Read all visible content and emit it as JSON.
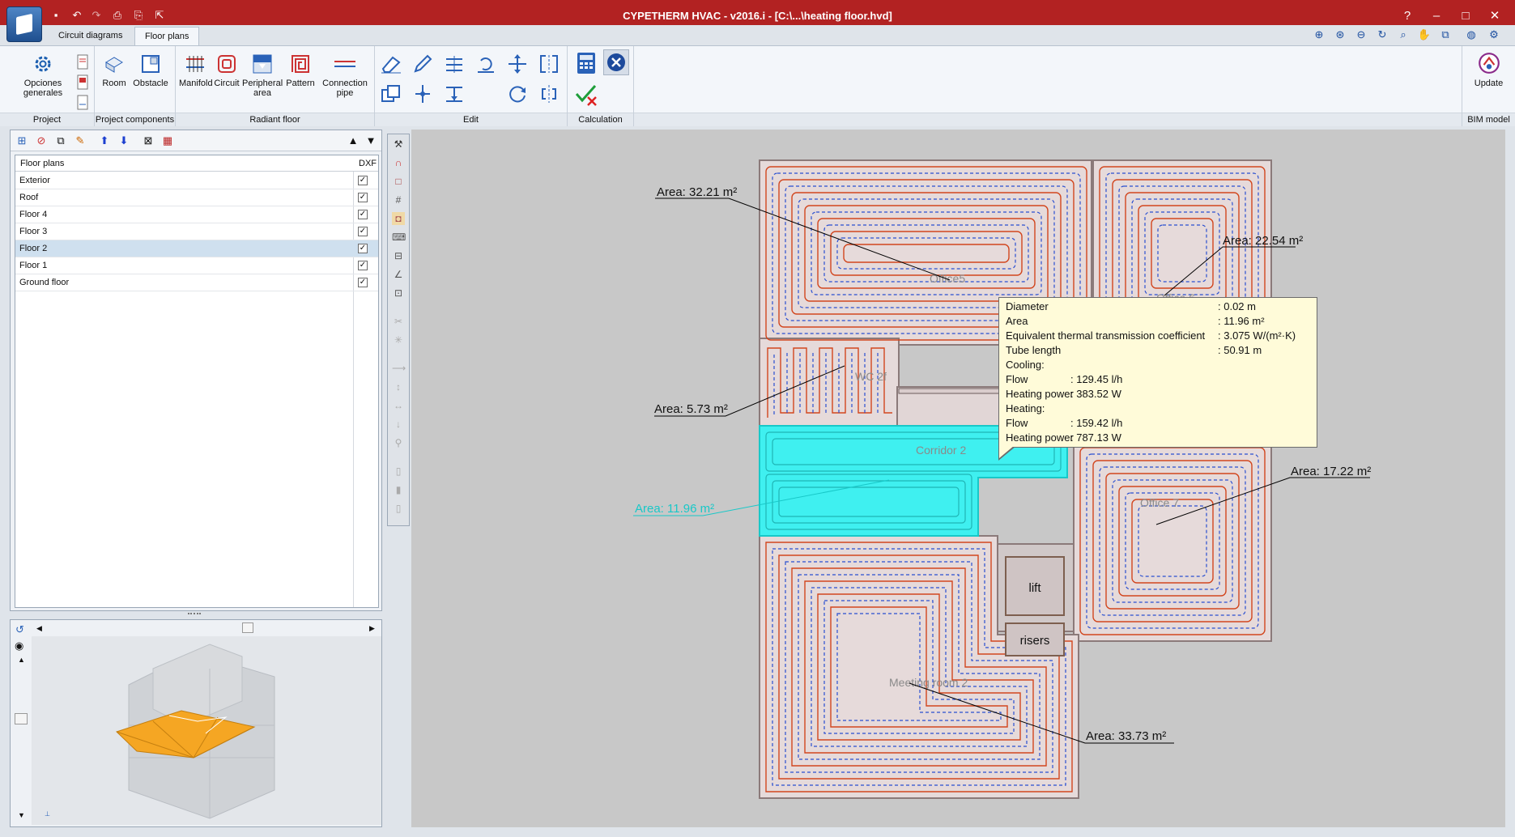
{
  "window": {
    "title": "CYPETHERM HVAC - v2016.i - [C:\\...\\heating floor.hvd]",
    "help": "?",
    "minimize": "–",
    "maximize": "□",
    "close": "✕"
  },
  "tabs": [
    {
      "label": "Circuit diagrams"
    },
    {
      "label": "Floor plans"
    }
  ],
  "ribbon": {
    "project": {
      "label": "Project",
      "opciones_generales": "Opciones generales"
    },
    "project_components": {
      "label": "Project components",
      "room": "Room",
      "obstacle": "Obstacle"
    },
    "radiant_floor": {
      "label": "Radiant floor",
      "manifold": "Manifold",
      "circuit": "Circuit",
      "peripheral_area": "Peripheral area",
      "pattern": "Pattern",
      "connection_pipe": "Connection pipe"
    },
    "edit": {
      "label": "Edit"
    },
    "calculation": {
      "label": "Calculation"
    },
    "bim_model": {
      "label": "BIM model",
      "update": "Update"
    }
  },
  "floor_plans": {
    "header_name": "Floor plans",
    "header_dxf": "DXF",
    "rows": [
      {
        "name": "Exterior",
        "dxf": "✓",
        "selected": false
      },
      {
        "name": "Roof",
        "dxf": "✓",
        "selected": false
      },
      {
        "name": "Floor 4",
        "dxf": "✓",
        "selected": false
      },
      {
        "name": "Floor 3",
        "dxf": "✓",
        "selected": false
      },
      {
        "name": "Floor 2",
        "dxf": "✓",
        "selected": true
      },
      {
        "name": "Floor 1",
        "dxf": "✓",
        "selected": false
      },
      {
        "name": "Ground floor",
        "dxf": "✓",
        "selected": false
      }
    ]
  },
  "plan": {
    "rooms": [
      {
        "name": "Office5",
        "area": "Area: 32.21 m²"
      },
      {
        "name": "Office 6",
        "area": "Area: 22.54 m²"
      },
      {
        "name": "WC 2f",
        "area": "Area: 5.73 m²"
      },
      {
        "name": "Corridor 2",
        "area": "Area: 11.96 m²"
      },
      {
        "name": "Office 7",
        "area": "Area: 17.22 m²"
      },
      {
        "name": "Meeting room 2",
        "area": "Area: 33.73 m²"
      }
    ],
    "lift": "lift",
    "risers": "risers"
  },
  "tooltip": {
    "diameter_label": "Diameter",
    "diameter_value": ": 0.02 m",
    "area_label": "Area",
    "area_value": ": 11.96 m²",
    "coef_label": "Equivalent thermal transmission coefficient",
    "coef_value": ": 3.075 W/(m²·K)",
    "tube_label": "Tube length",
    "tube_value": ": 50.91 m",
    "cooling_label": "Cooling:",
    "cooling_flow_label": "Flow",
    "cooling_flow_value": ": 129.45 l/h",
    "cooling_power_label": "Heating power",
    "cooling_power_value": ": 383.52 W",
    "heating_label": "Heating:",
    "heating_flow_label": "Flow",
    "heating_flow_value": ": 159.42 l/h",
    "heating_power_label": "Heating power",
    "heating_power_value": ": 787.13 W"
  },
  "colors": {
    "titlebar": "#b22222",
    "pipe_supply": "#d2461e",
    "pipe_return": "#2a4fd0",
    "selected_room": "#3ff0f0",
    "tooltip_bg": "#fffbd9"
  }
}
